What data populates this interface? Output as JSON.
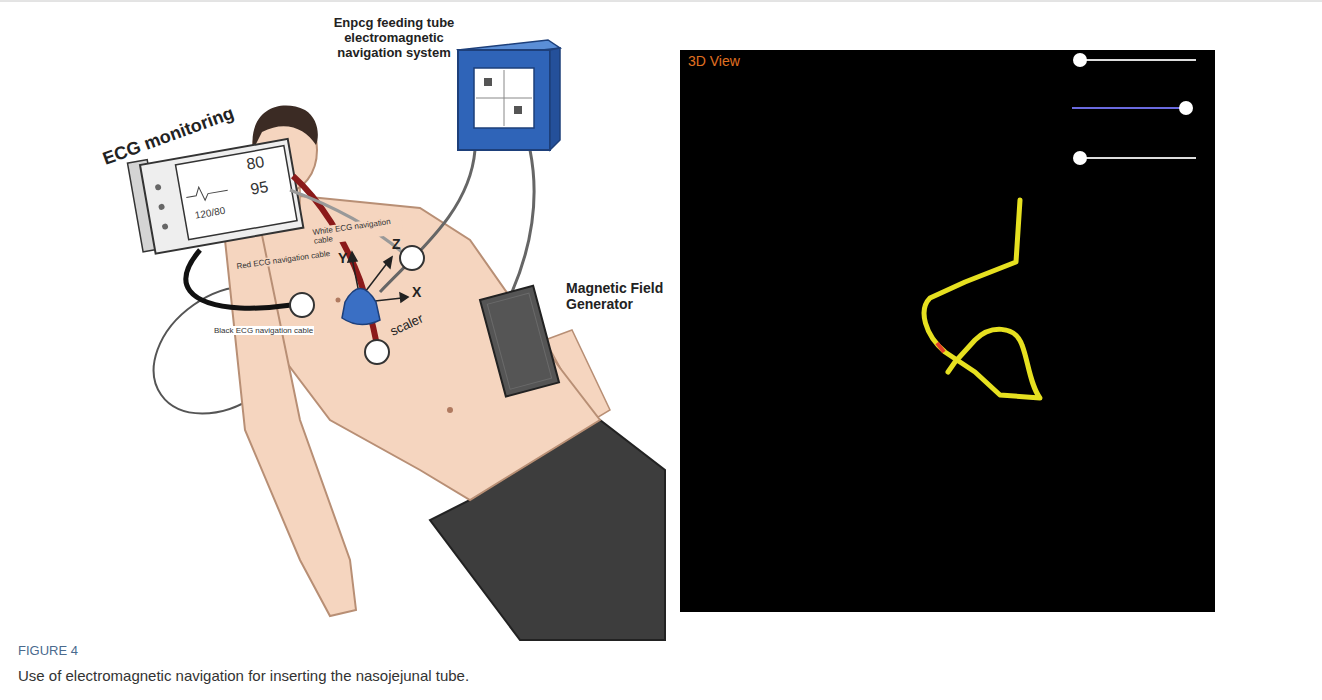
{
  "diagram": {
    "title": "FIGURE 4",
    "caption": "Use of electromagnetic navigation for inserting the nasojejunal tube.",
    "labels": [
      "Enpcg feeding tube electromagnetic navigation system",
      "ECG monitoring",
      "80",
      "95",
      "120/80",
      "White ECG navigation cable",
      "Red ECG navigation cable",
      "Black ECG navigation cable",
      "Y",
      "Z",
      "X",
      "scaler",
      "Magnetic Field Generator",
      "3D View"
    ]
  }
}
